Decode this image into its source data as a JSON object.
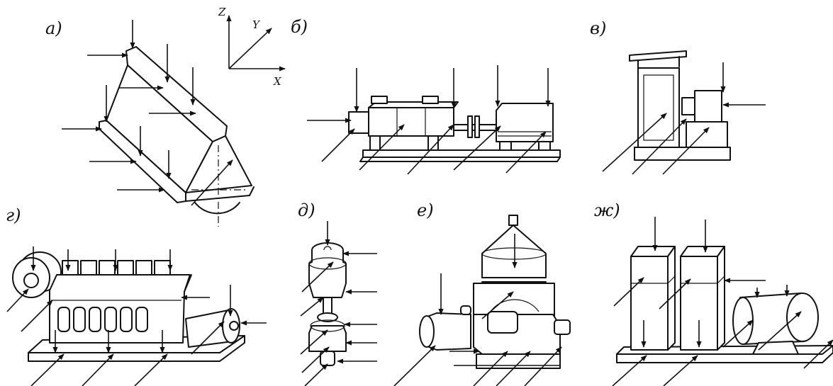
{
  "panels": [
    {
      "label": "а)"
    },
    {
      "label": "б)"
    },
    {
      "label": "в)"
    },
    {
      "label": "г)"
    },
    {
      "label": "д)"
    },
    {
      "label": "е)"
    },
    {
      "label": "ж)"
    }
  ],
  "axes": {
    "z": "Z",
    "y": "Y",
    "x": "X"
  }
}
